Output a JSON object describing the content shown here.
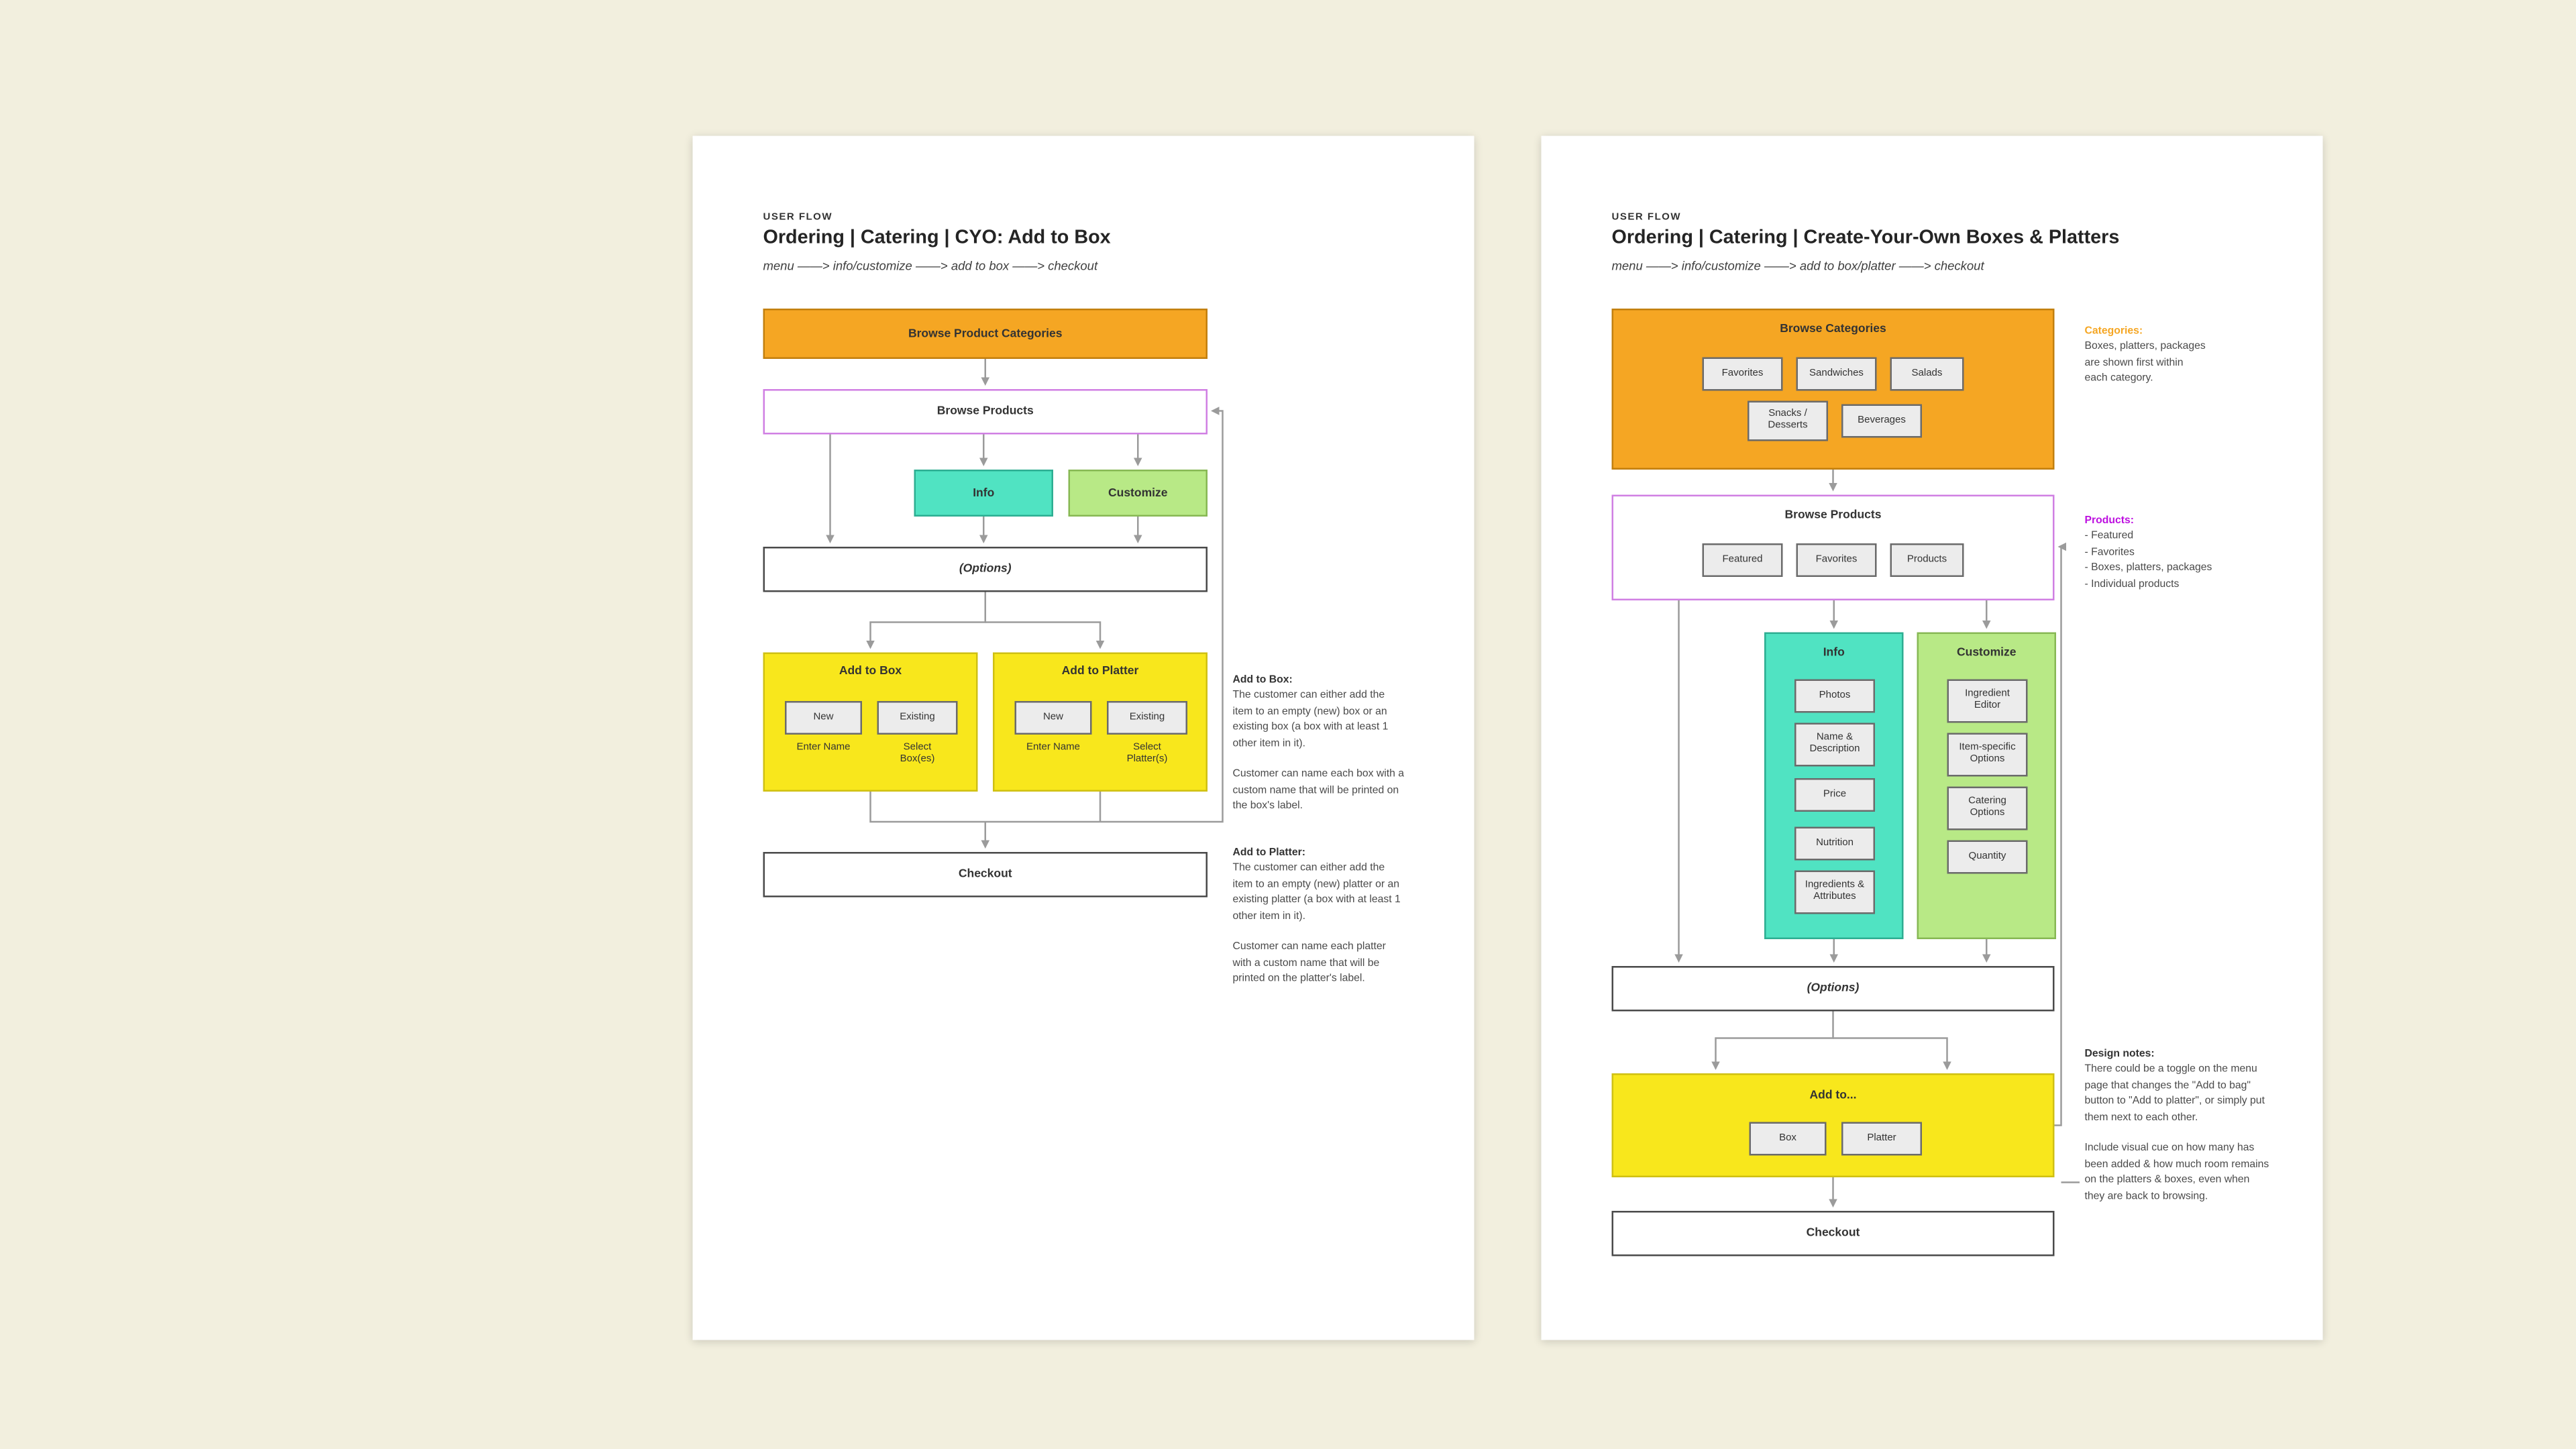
{
  "colors": {
    "background": "#f2efde",
    "orange": "#F5A623",
    "yellow": "#F8E71C",
    "green": "#B8E986",
    "teal": "#50E3C2",
    "purple_border": "#d07fe3",
    "magenta": "#BD10E0",
    "connector_gray": "#9b9b9b"
  },
  "left_page": {
    "eyebrow": "USER FLOW",
    "title": "Ordering  |  Catering  |  CYO: Add to Box",
    "subtitle": "menu ——> info/customize ——> add to box ——> checkout",
    "flow": {
      "browse_categories": "Browse Product Categories",
      "browse_products": "Browse Products",
      "info": "Info",
      "customize": "Customize",
      "options": "(Options)",
      "add_to_box": {
        "title": "Add to Box",
        "new": "New",
        "existing": "Existing",
        "new_caption": "Enter Name",
        "existing_caption": "Select\nBox(es)"
      },
      "add_to_platter": {
        "title": "Add to Platter",
        "new": "New",
        "existing": "Existing",
        "new_caption": "Enter Name",
        "existing_caption": "Select\nPlatter(s)"
      },
      "checkout": "Checkout"
    },
    "notes": {
      "add_to_box_title": "Add to Box:",
      "add_to_box_body1": "The customer can either add the item to an empty (new) box or an existing box (a box with at least 1 other item in it).",
      "add_to_box_body2": "Customer can name each box with a custom name that will be printed on the box's label.",
      "add_to_platter_title": "Add to Platter:",
      "add_to_platter_body1": "The customer can either add the item to an empty (new) platter or an existing platter (a box with at least 1 other item in it).",
      "add_to_platter_body2": "Customer can name each platter with a custom name that will be printed on the platter's label."
    }
  },
  "right_page": {
    "eyebrow": "USER FLOW",
    "title": "Ordering  |  Catering  |  Create-Your-Own Boxes & Platters",
    "subtitle": "menu ——> info/customize ——> add to box/platter ——> checkout",
    "flow": {
      "browse_categories": {
        "title": "Browse Categories",
        "buttons_row1": [
          "Favorites",
          "Sandwiches",
          "Salads"
        ],
        "buttons_row2": [
          "Snacks /\nDesserts",
          "Beverages"
        ]
      },
      "browse_products": {
        "title": "Browse Products",
        "buttons": [
          "Featured",
          "Favorites",
          "Products"
        ]
      },
      "info": {
        "title": "Info",
        "items": [
          "Photos",
          "Name &\nDescription",
          "Price",
          "Nutrition",
          "Ingredients &\nAttributes"
        ]
      },
      "customize": {
        "title": "Customize",
        "items": [
          "Ingredient\nEditor",
          "Item-specific\nOptions",
          "Catering\nOptions",
          "Quantity"
        ]
      },
      "options": "(Options)",
      "add_to": {
        "title": "Add to...",
        "buttons": [
          "Box",
          "Platter"
        ]
      },
      "checkout": "Checkout"
    },
    "notes": {
      "categories_title": "Categories:",
      "categories_body": "Boxes, platters, packages\nare shown first within\neach category.",
      "products_title": "Products:",
      "products_body": "- Featured\n- Favorites\n- Boxes, platters, packages\n- Individual products",
      "design_title": "Design notes:",
      "design_body1": "There could be a toggle on the menu page that changes the \"Add to bag\" button to \"Add to platter\", or simply put them next to each other.",
      "design_body2": "Include visual cue on how many has been added & how much room remains on the platters & boxes, even when they are back to browsing."
    }
  }
}
